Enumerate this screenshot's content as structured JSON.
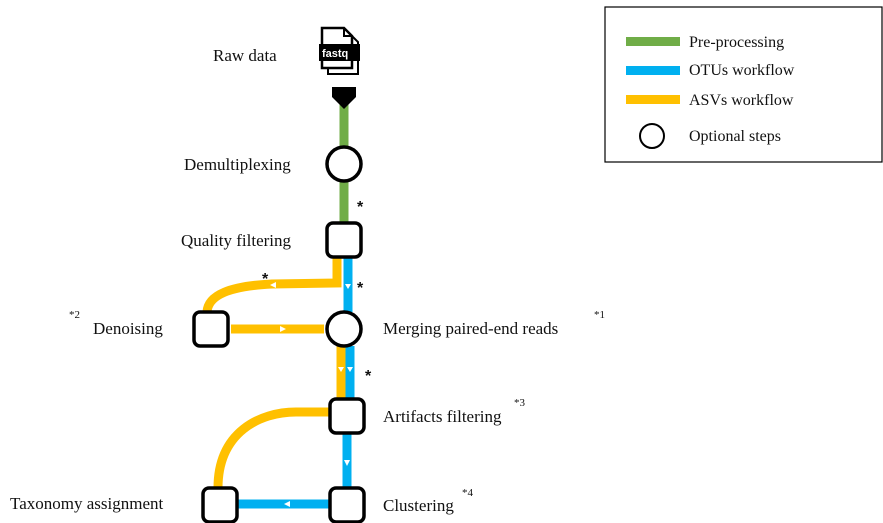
{
  "colors": {
    "preprocessing": "#70AD47",
    "otus": "#00B0F0",
    "asvs": "#FFC000",
    "node_stroke": "#000000"
  },
  "legend": {
    "items": [
      {
        "label": "Pre-processing",
        "color": "#70AD47",
        "kind": "line"
      },
      {
        "label": "OTUs workflow",
        "color": "#00B0F0",
        "kind": "line"
      },
      {
        "label": "ASVs workflow",
        "color": "#FFC000",
        "kind": "line"
      },
      {
        "label": "Optional steps",
        "kind": "circle"
      }
    ]
  },
  "raw_data": {
    "label": "Raw data",
    "icon_text": "fastq",
    "icon": "fastq-file-icon"
  },
  "steps": {
    "demultiplexing": {
      "label": "Demultiplexing",
      "shape": "circle"
    },
    "quality_filtering": {
      "label": "Quality filtering",
      "shape": "square"
    },
    "denoising": {
      "label": "Denoising",
      "note": "*2",
      "shape": "square"
    },
    "merging": {
      "label": "Merging paired-end reads",
      "note": "*1",
      "shape": "circle"
    },
    "artifacts": {
      "label": "Artifacts filtering",
      "note": "*3",
      "shape": "square"
    },
    "clustering": {
      "label": "Clustering",
      "note": "*4",
      "shape": "square"
    },
    "taxonomy": {
      "label": "Taxonomy assignment",
      "shape": "square"
    }
  },
  "markers": {
    "star": "*"
  }
}
